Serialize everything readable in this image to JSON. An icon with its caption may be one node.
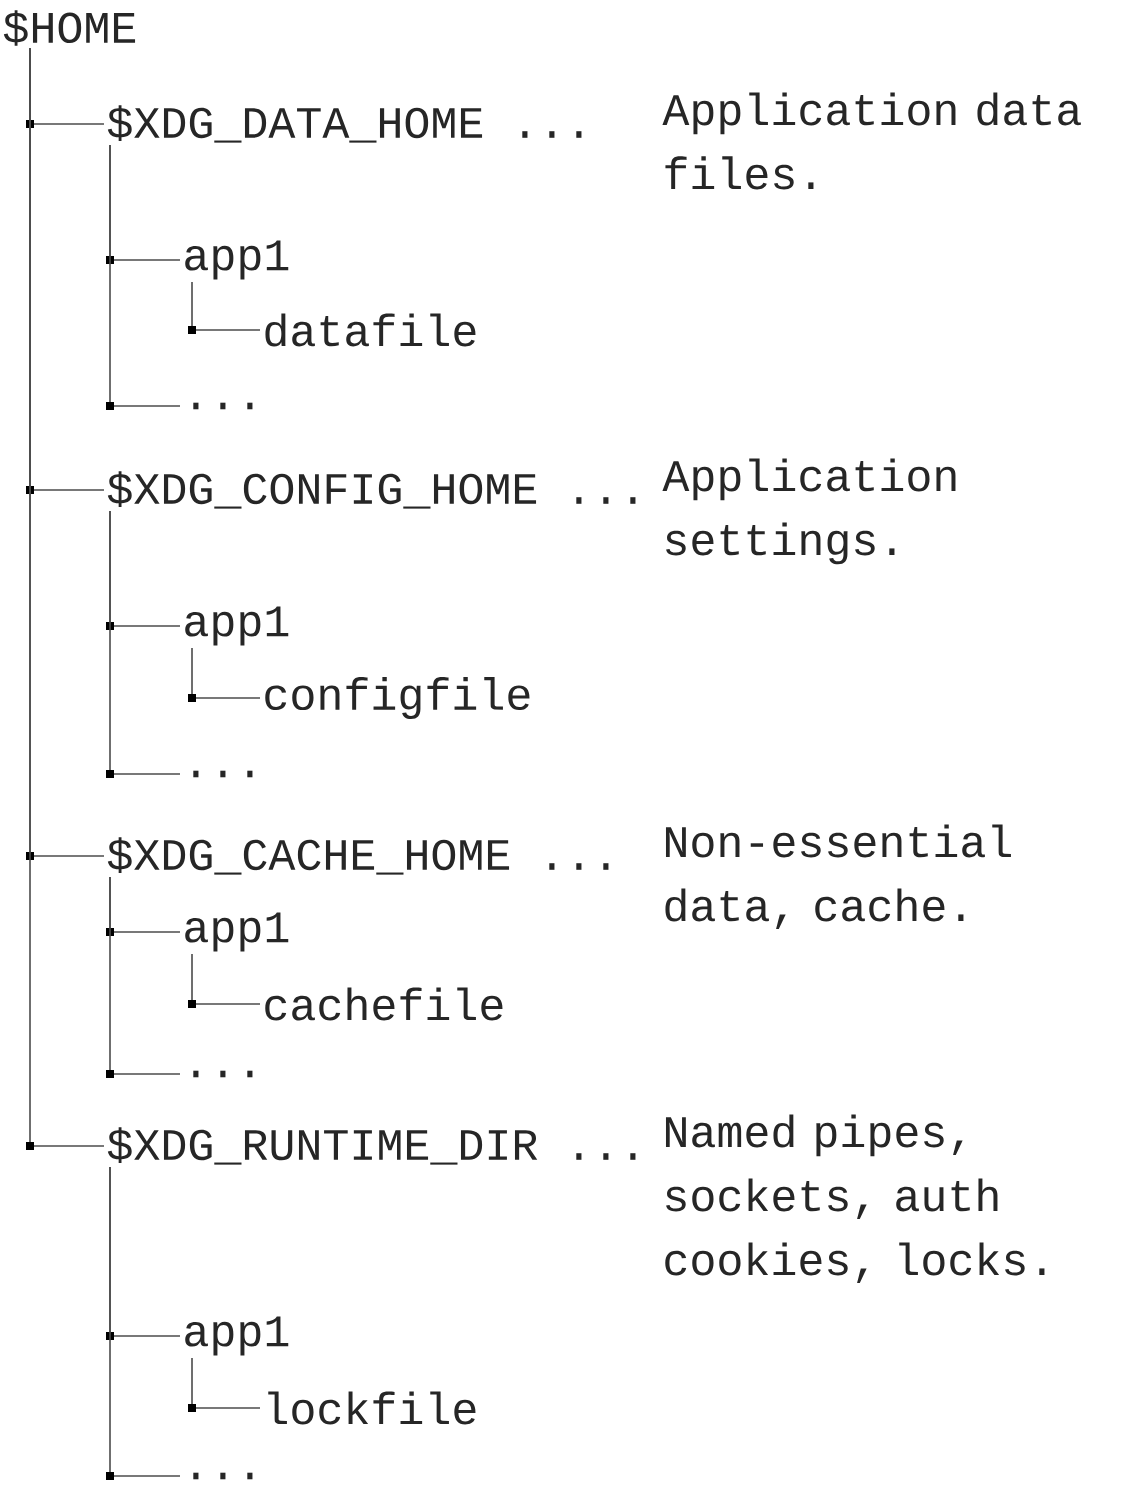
{
  "diagram": {
    "nodes": [
      {
        "text": [
          "$HOME"
        ]
      },
      {
        "text": [
          "$XDG_DATA_HOME ..."
        ],
        "beside": [
          "Application data files."
        ]
      },
      {
        "text": [
          "app1"
        ]
      },
      {
        "text": [
          "datafile"
        ]
      },
      {
        "text": [
          "..."
        ]
      },
      {
        "text": [
          "$XDG_CONFIG_HOME ..."
        ],
        "beside": [
          "Application settings."
        ]
      },
      {
        "text": [
          "app1"
        ]
      },
      {
        "text": [
          "configfile"
        ]
      },
      {
        "text": [
          "..."
        ]
      },
      {
        "text": [
          "$XDG_CACHE_HOME ..."
        ],
        "beside": [
          "Non-essential data, cache."
        ]
      },
      {
        "text": [
          "app1"
        ]
      },
      {
        "text": [
          "cachefile"
        ]
      },
      {
        "text": [
          "..."
        ]
      },
      {
        "text": [
          "$XDG_RUNTIME_DIR ..."
        ],
        "beside": [
          "Named pipes, sockets, auth cookies, locks."
        ]
      },
      {
        "text": [
          "app1"
        ]
      },
      {
        "text": [
          "lockfile"
        ]
      },
      {
        "text": [
          "..."
        ]
      }
    ],
    "edges": [
      {
        "from": 0,
        "to": 1,
        "arrow": "none"
      },
      {
        "from": 1,
        "to": 2,
        "arrow": "none"
      },
      {
        "from": 2,
        "to": 3,
        "arrow": "none"
      },
      {
        "from": 1,
        "to": 4,
        "arrow": "none"
      },
      {
        "from": 0,
        "to": 5,
        "arrow": "none"
      },
      {
        "from": 5,
        "to": 6,
        "arrow": "none"
      },
      {
        "from": 6,
        "to": 7,
        "arrow": "none"
      },
      {
        "from": 5,
        "to": 8,
        "arrow": "none"
      },
      {
        "from": 0,
        "to": 9,
        "arrow": "none"
      },
      {
        "from": 9,
        "to": 10,
        "arrow": "none"
      },
      {
        "from": 10,
        "to": 11,
        "arrow": "none"
      },
      {
        "from": 9,
        "to": 12,
        "arrow": "none"
      },
      {
        "from": 0,
        "to": 13,
        "arrow": "none"
      },
      {
        "from": 13,
        "to": 14,
        "arrow": "none"
      },
      {
        "from": 14,
        "to": 15,
        "arrow": "none"
      },
      {
        "from": 13,
        "to": 16,
        "arrow": "none"
      }
    ]
  }
}
